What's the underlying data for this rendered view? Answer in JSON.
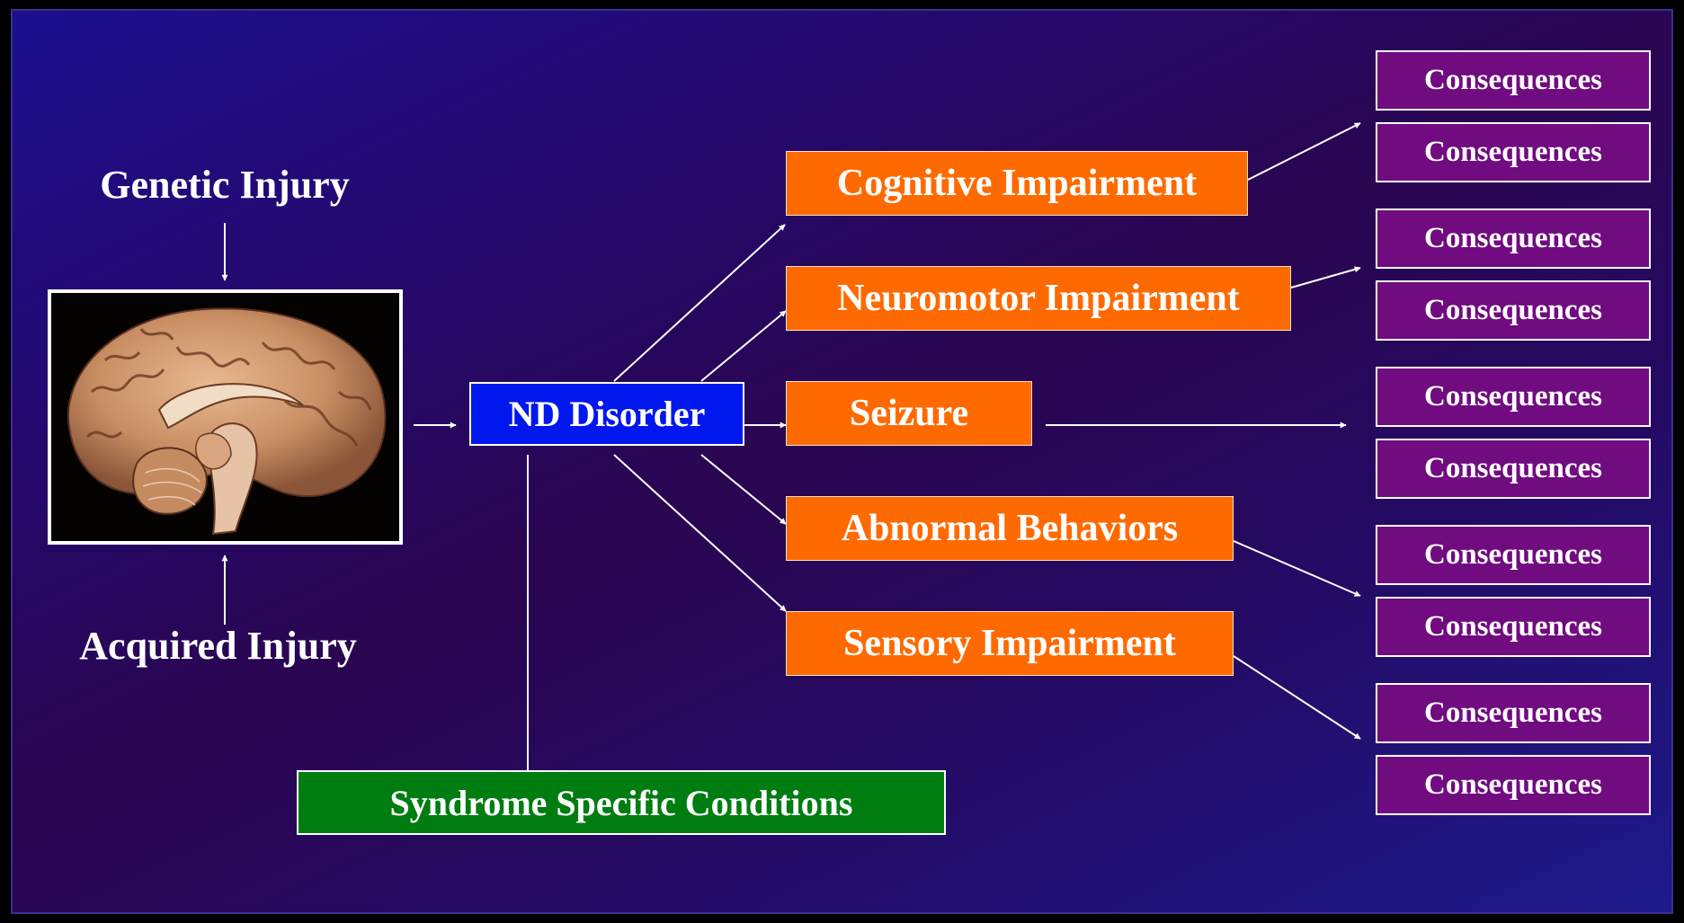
{
  "inputs": {
    "genetic": "Genetic Injury",
    "acquired": "Acquired Injury"
  },
  "central": {
    "label": "ND Disorder",
    "color": "#0017ee"
  },
  "syndrome": {
    "label": "Syndrome Specific Conditions",
    "color": "#007d10"
  },
  "impairments": [
    {
      "label": "Cognitive Impairment"
    },
    {
      "label": "Neuromotor Impairment"
    },
    {
      "label": "Seizure"
    },
    {
      "label": "Abnormal Behaviors"
    },
    {
      "label": "Sensory Impairment"
    }
  ],
  "impairment_color": "#ff6a00",
  "consequences": [
    "Consequences",
    "Consequences",
    "Consequences",
    "Consequences",
    "Consequences",
    "Consequences",
    "Consequences",
    "Consequences",
    "Consequences",
    "Consequences"
  ],
  "consequence_color": "#700b80",
  "image": {
    "name": "brain-sagittal-section-image"
  }
}
